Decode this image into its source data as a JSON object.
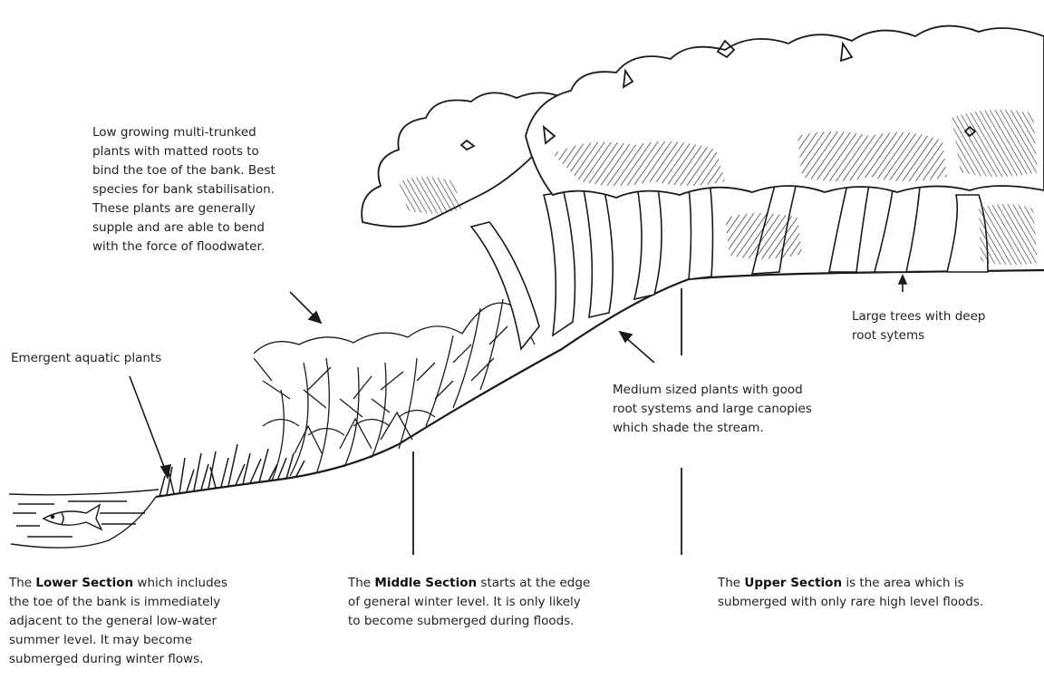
{
  "labels": {
    "low_growing": [
      "Low growing multi-trunked",
      "plants with matted roots to",
      "bind the toe of the bank. Best",
      "species for bank stabilisation.",
      "These plants are generally",
      "supple and are able to bend",
      "with the force of floodwater."
    ],
    "emergent": "Emergent aquatic plants",
    "medium": [
      "Medium sized plants with good",
      "root systems and large canopies",
      "which shade the stream."
    ],
    "large": [
      "Large trees with deep",
      "root sytems"
    ]
  },
  "sections": {
    "lower": {
      "prefix": "The",
      "name": "Lower Section",
      "lines": [
        " which includes",
        "the toe of the bank is immediately",
        "adjacent to the general low-water",
        "summer level. It may become",
        "submerged during winter flows."
      ]
    },
    "middle": {
      "prefix": "The",
      "name": "Middle Section",
      "lines": [
        " starts at the edge",
        "of general winter level. It is only likely",
        "to become submerged during floods."
      ]
    },
    "upper": {
      "prefix": "The",
      "name": "Upper Section",
      "lines": [
        " is the area which is",
        "submerged with only rare high level floods."
      ]
    }
  },
  "colors": {
    "ink": "#1a1a1a",
    "background": "#ffffff"
  }
}
